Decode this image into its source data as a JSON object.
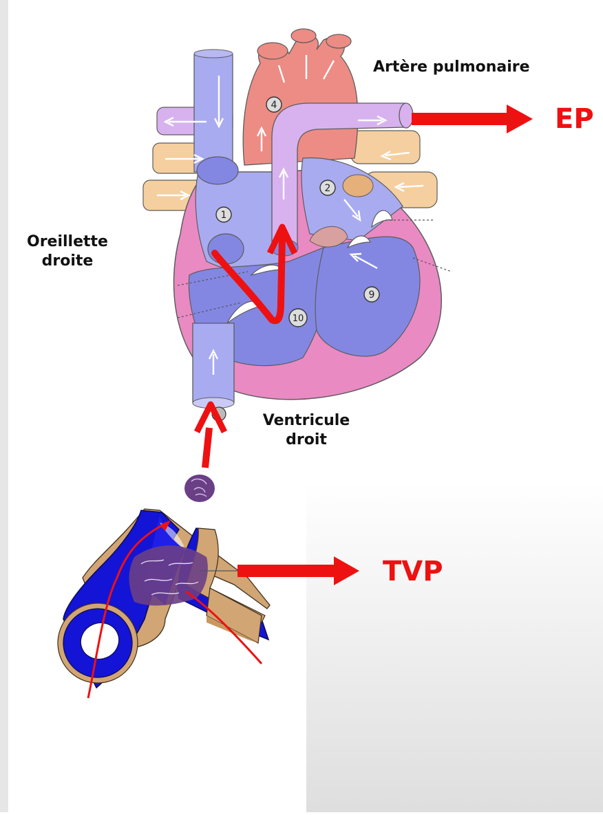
{
  "labels": {
    "pulmonary_artery": "Artère pulmonaire",
    "right_atrium_line1": "Oreillette",
    "right_atrium_line2": "droite",
    "right_ventricle_line1": "Ventricule",
    "right_ventricle_line2": "droit",
    "pe": "EP",
    "dvt": "TVP"
  },
  "heart_numbers": [
    "4",
    "2",
    "1",
    "9",
    "10"
  ],
  "colors": {
    "red_arrow": "#ee1111",
    "vena_cava": "#a9abf0",
    "aorta": "#ec8c84",
    "pulmonary_artery": "#d7b2ef",
    "pulmonary_veins": "#f5cf9f",
    "myocardium": "#e98ac3",
    "chamber_left": "#8387e2",
    "clot": "#6a3f86",
    "vein_blue": "#1414d6",
    "vein_wall": "#d1a574"
  }
}
